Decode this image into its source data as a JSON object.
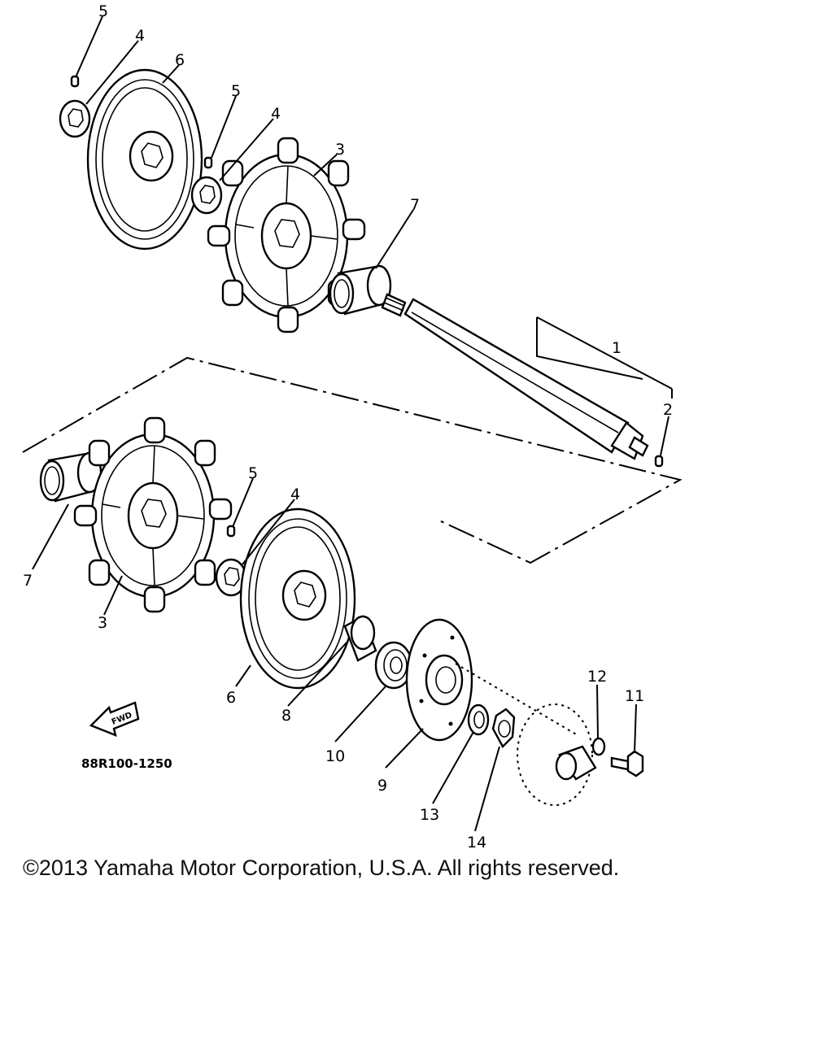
{
  "labels": {
    "l5a": "5",
    "l4a": "4",
    "l6a": "6",
    "l5b": "5",
    "l4b": "4",
    "l3a": "3",
    "l7a": "7",
    "l1": "1",
    "l2": "2",
    "l5c": "5",
    "l4c": "4",
    "l7b": "7",
    "l3b": "3",
    "l6b": "6",
    "l8": "8",
    "l10": "10",
    "l9": "9",
    "l12": "12",
    "l11": "11",
    "l13": "13",
    "l14": "14"
  },
  "forward_mark": "FWD",
  "part_code": "88R100-1250",
  "copyright": "©2013 Yamaha Motor Corporation, U.S.A. All rights reserved."
}
